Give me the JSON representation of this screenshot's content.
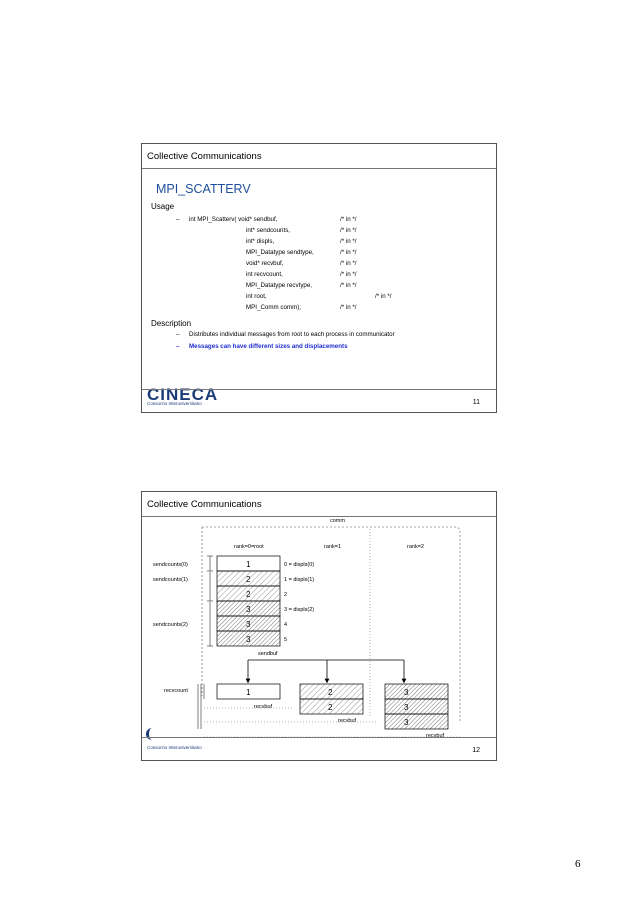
{
  "slide1": {
    "header": "Collective Communications",
    "title": "MPI_SCATTERV",
    "usage_label": "Usage",
    "code_lines": [
      {
        "arg": "int MPI_Scatterv( void* sendbuf,",
        "comment": "/* in */"
      },
      {
        "arg": "int* sendcounts,",
        "comment": "/* in */"
      },
      {
        "arg": "int* displs,",
        "comment": "/* in */"
      },
      {
        "arg": "MPI_Datatype sendtype,",
        "comment": "/* in */"
      },
      {
        "arg": "void* recvbuf,",
        "comment": "/* in */"
      },
      {
        "arg": "int recvcount,",
        "comment": "/* in */"
      },
      {
        "arg": "MPI_Datatype recvtype,",
        "comment": "/* in */"
      },
      {
        "arg": "int root,",
        "comment": "/* in */"
      },
      {
        "arg": "MPI_Comm comm);",
        "comment": "/* in */"
      }
    ],
    "description_label": "Description",
    "bullets": [
      "Distributes individual messages from root to each process in communicator",
      "Messages can have different sizes and displacements"
    ],
    "dash": "–",
    "logo_word": "CINECA",
    "logo_sub": "Consorzio Interuniversitario",
    "page_number": "11"
  },
  "slide2": {
    "header": "Collective Communications",
    "diagram": {
      "comm": "comm",
      "rank0": "rank=0=root",
      "rank1": "rank=1",
      "rank2": "rank=2",
      "sendcounts0": "sendcounts(0)",
      "sendcounts1": "sendcounts(1)",
      "sendcounts2": "sendcounts(2)",
      "sendbuf_cells": [
        "1",
        "2",
        "2",
        "3",
        "3",
        "3"
      ],
      "displ_labels": [
        "0 = displs(0)",
        "1 = displs(1)",
        "2",
        "3 = displs(2)",
        "4",
        "5"
      ],
      "sendbuf": "sendbuf",
      "recvcount": "recvcount",
      "recv0": [
        "1"
      ],
      "recv1": [
        "2",
        "2"
      ],
      "recv2": [
        "3",
        "3",
        "3"
      ],
      "recvbuf": "recvbuf"
    },
    "logo_sub": "Consorzio Interuniversitario",
    "page_number": "12"
  },
  "outer_page_number": "6"
}
